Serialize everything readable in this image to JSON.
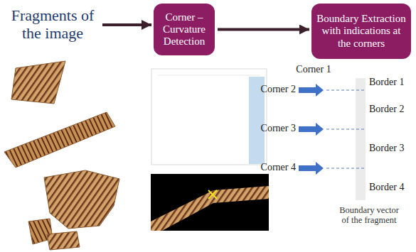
{
  "diagram": {
    "nodes": [
      {
        "text": [
          "Fragments of the image"
        ]
      },
      {
        "text": [
          "Corner – Curvature Detection"
        ]
      },
      {
        "text": [
          "Boundary Extraction with indications at the corners"
        ]
      }
    ],
    "edges": [
      {
        "from": 0,
        "to": 1,
        "arrow": "to"
      },
      {
        "from": 1,
        "to": 2,
        "arrow": "to"
      }
    ],
    "labels": [
      "Corner 1",
      "Border 1",
      "Corner 2",
      "Border 2",
      "Corner 3",
      "Border 3",
      "Corner 4",
      "Border 4",
      "Boundary vector of the fragment"
    ]
  }
}
